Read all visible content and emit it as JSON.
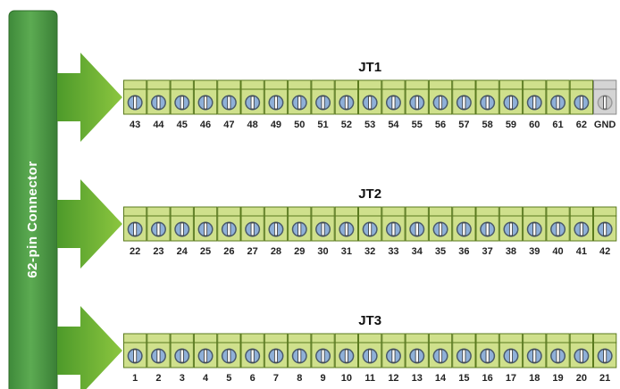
{
  "connector": {
    "label": "62-pin Connector"
  },
  "blocks": [
    {
      "title": "JT1",
      "pins": [
        "43",
        "44",
        "45",
        "46",
        "47",
        "48",
        "49",
        "50",
        "51",
        "52",
        "53",
        "54",
        "55",
        "56",
        "57",
        "58",
        "59",
        "60",
        "61",
        "62",
        "GND"
      ]
    },
    {
      "title": "JT2",
      "pins": [
        "22",
        "23",
        "24",
        "25",
        "26",
        "27",
        "28",
        "29",
        "30",
        "31",
        "32",
        "33",
        "34",
        "35",
        "36",
        "37",
        "38",
        "39",
        "40",
        "41",
        "42"
      ]
    },
    {
      "title": "JT3",
      "pins": [
        "1",
        "2",
        "3",
        "4",
        "5",
        "6",
        "7",
        "8",
        "9",
        "10",
        "11",
        "12",
        "13",
        "14",
        "15",
        "16",
        "17",
        "18",
        "19",
        "20",
        "21"
      ]
    }
  ],
  "colors": {
    "connector_green": "#4c9a45",
    "arrow_green": "#6fb63a",
    "terminal_body": "#cfe08c",
    "terminal_border": "#5a7a1e",
    "screw_blue": "#8fb0d8",
    "gnd_body": "#d4d4d4"
  }
}
